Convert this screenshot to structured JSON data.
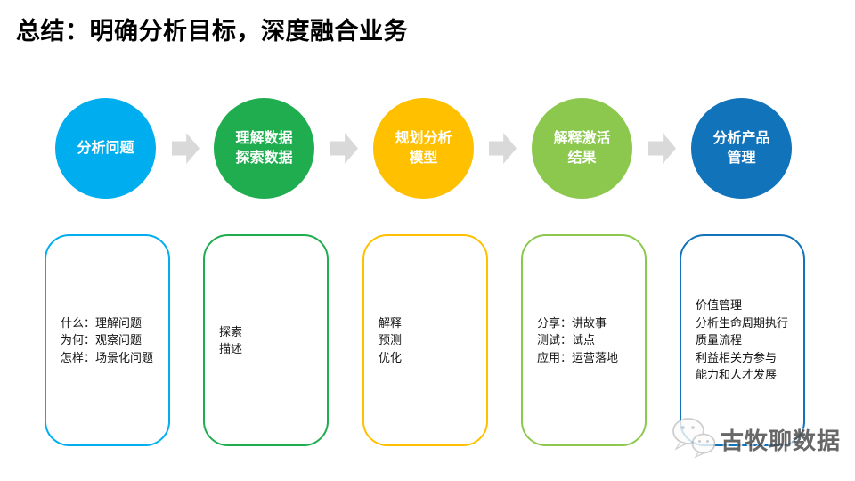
{
  "title": "总结：明确分析目标，深度融合业务",
  "arrow_color": "#D9D9D9",
  "watermark": {
    "text": "古牧聊数据",
    "icon": "wechat-icon"
  },
  "steps": [
    {
      "name": "analyze-problem",
      "color": "#00AEEF",
      "circle_lines": [
        "分析问题"
      ],
      "details": [
        "什么：理解问题",
        "为何：观察问题",
        "怎样：场景化问题"
      ]
    },
    {
      "name": "understand-explore-data",
      "color": "#1FAD4F",
      "circle_lines": [
        "理解数据",
        "探索数据"
      ],
      "details": [
        "探索",
        "描述"
      ]
    },
    {
      "name": "plan-analysis-model",
      "color": "#FFC000",
      "circle_lines": [
        "规划分析",
        "模型"
      ],
      "details": [
        "解释",
        "预测",
        "优化"
      ]
    },
    {
      "name": "interpret-activate-results",
      "color": "#8CC84E",
      "circle_lines": [
        "解释激活",
        "结果"
      ],
      "details": [
        "分享：讲故事",
        "测试：试点",
        "应用：运营落地"
      ]
    },
    {
      "name": "analytics-product-management",
      "color": "#1173BA",
      "circle_lines": [
        "分析产品",
        "管理"
      ],
      "details": [
        "价值管理",
        "分析生命周期执行",
        "质量流程",
        "利益相关方参与",
        "能力和人才发展"
      ]
    }
  ]
}
